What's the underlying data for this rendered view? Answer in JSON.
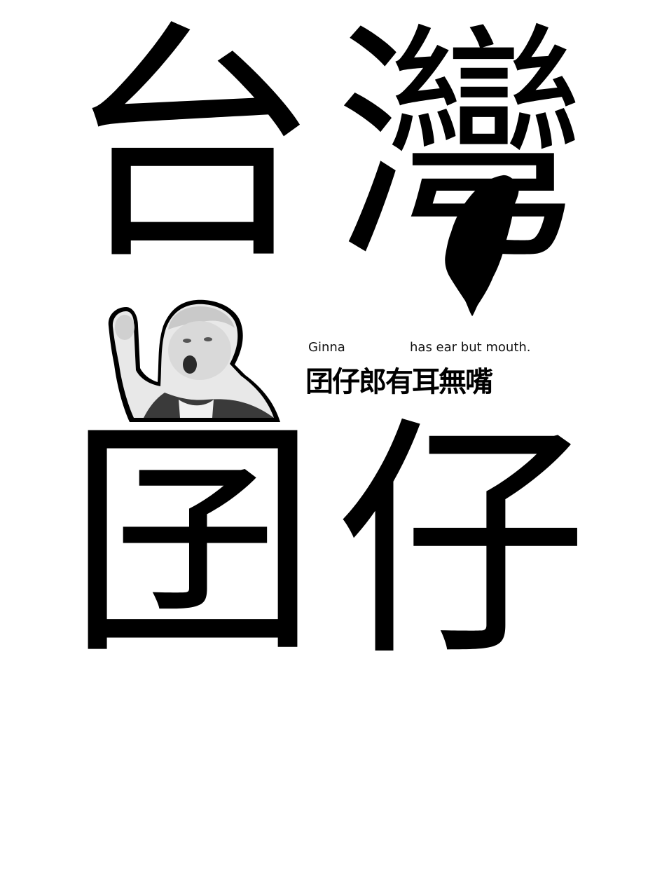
{
  "title_chars": {
    "top_left": "台",
    "top_right": "灣",
    "bottom_left": "囝",
    "bottom_right": "仔"
  },
  "caption": {
    "en_left": "Ginna",
    "en_right": "has ear but mouth.",
    "zh": "囝仔郎有耳無嘴"
  },
  "images": {
    "map_icon": "taiwan-map-silhouette",
    "photo": "shouting-child-photo"
  },
  "colors": {
    "text": "#000000",
    "background": "#ffffff"
  }
}
